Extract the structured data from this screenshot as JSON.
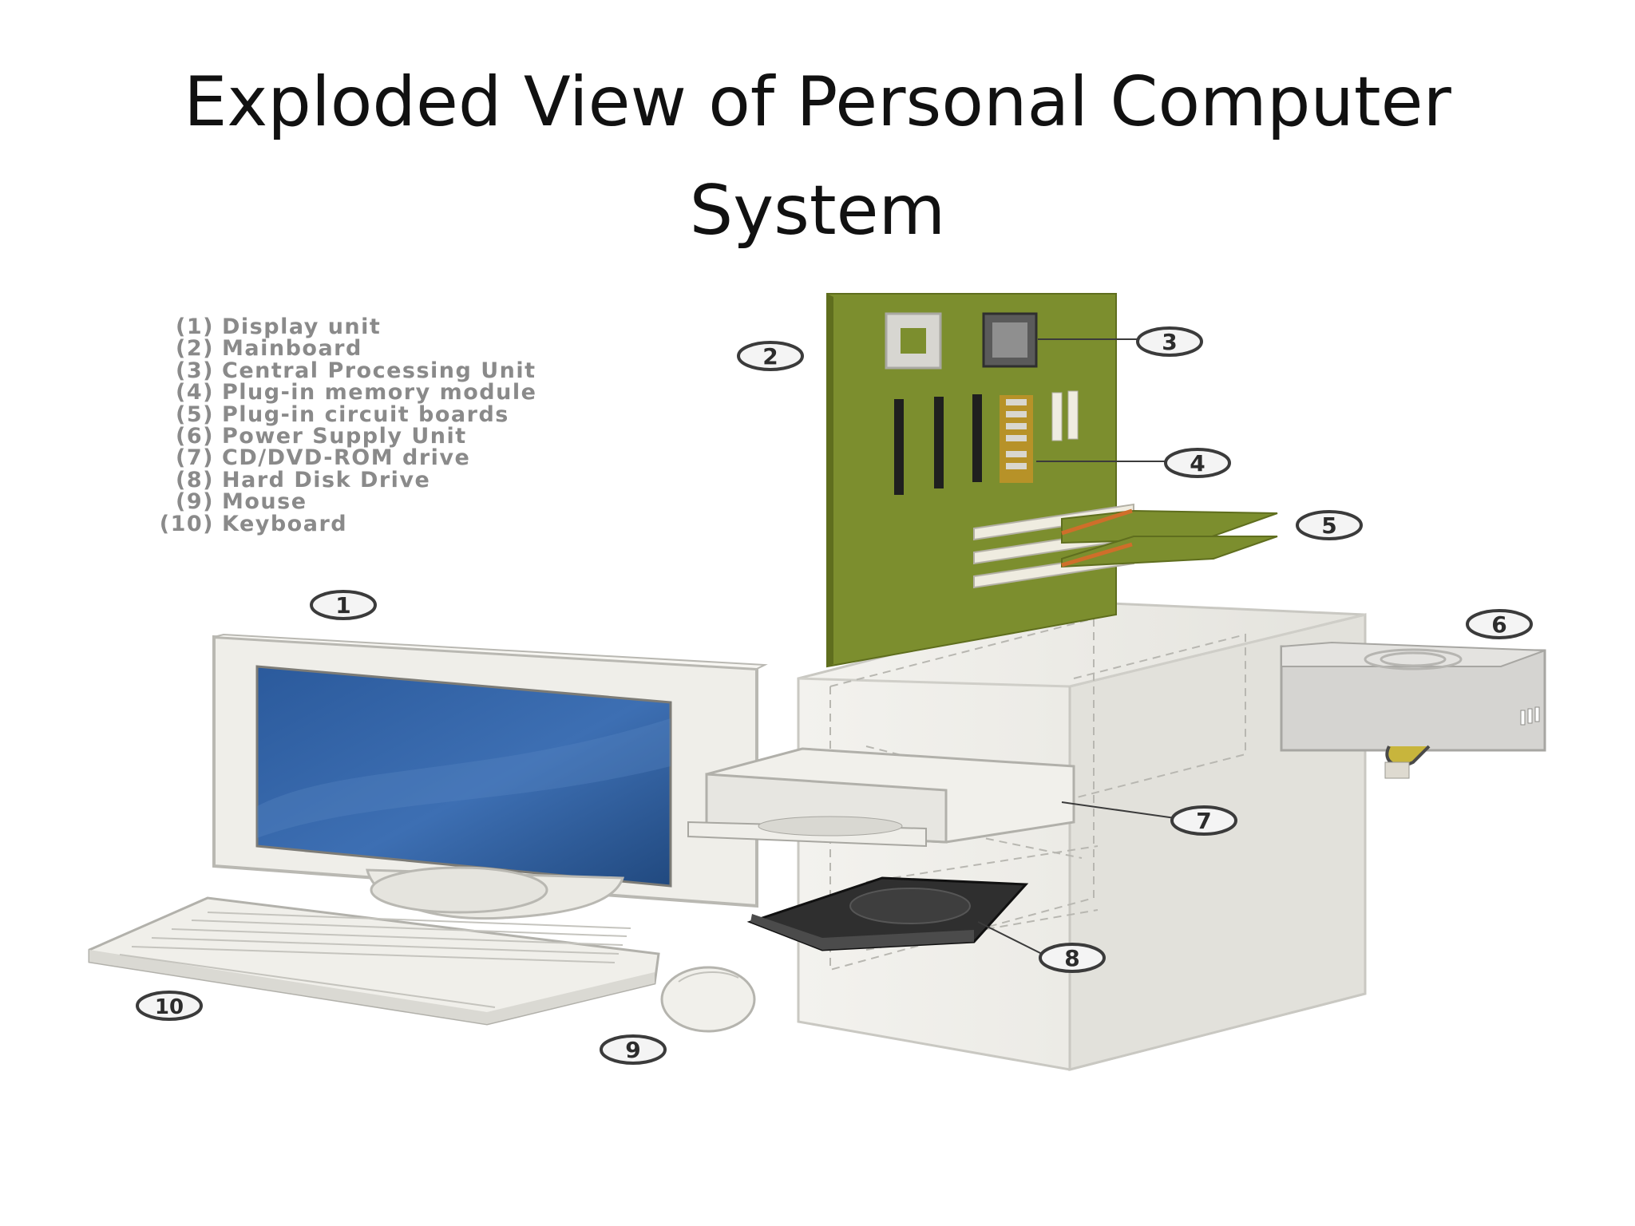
{
  "title": {
    "line1": "Exploded View of Personal Computer",
    "line2": "System"
  },
  "legend": [
    {
      "num": "(1)",
      "label": "Display unit"
    },
    {
      "num": "(2)",
      "label": "Mainboard"
    },
    {
      "num": "(3)",
      "label": "Central Processing Unit"
    },
    {
      "num": "(4)",
      "label": "Plug-in memory module"
    },
    {
      "num": "(5)",
      "label": "Plug-in circuit boards"
    },
    {
      "num": "(6)",
      "label": "Power Supply Unit"
    },
    {
      "num": "(7)",
      "label": "CD/DVD-ROM drive"
    },
    {
      "num": "(8)",
      "label": "Hard Disk Drive"
    },
    {
      "num": "(9)",
      "label": "Mouse"
    },
    {
      "num": "(10)",
      "label": "Keyboard"
    }
  ],
  "callouts": [
    "1",
    "2",
    "3",
    "4",
    "5",
    "6",
    "7",
    "8",
    "9",
    "10"
  ],
  "colors": {
    "mainboard": "#7c8e2e",
    "screen": "#2d5c9a",
    "case": "#ecebe6",
    "label_text": "#8a8a8a"
  }
}
